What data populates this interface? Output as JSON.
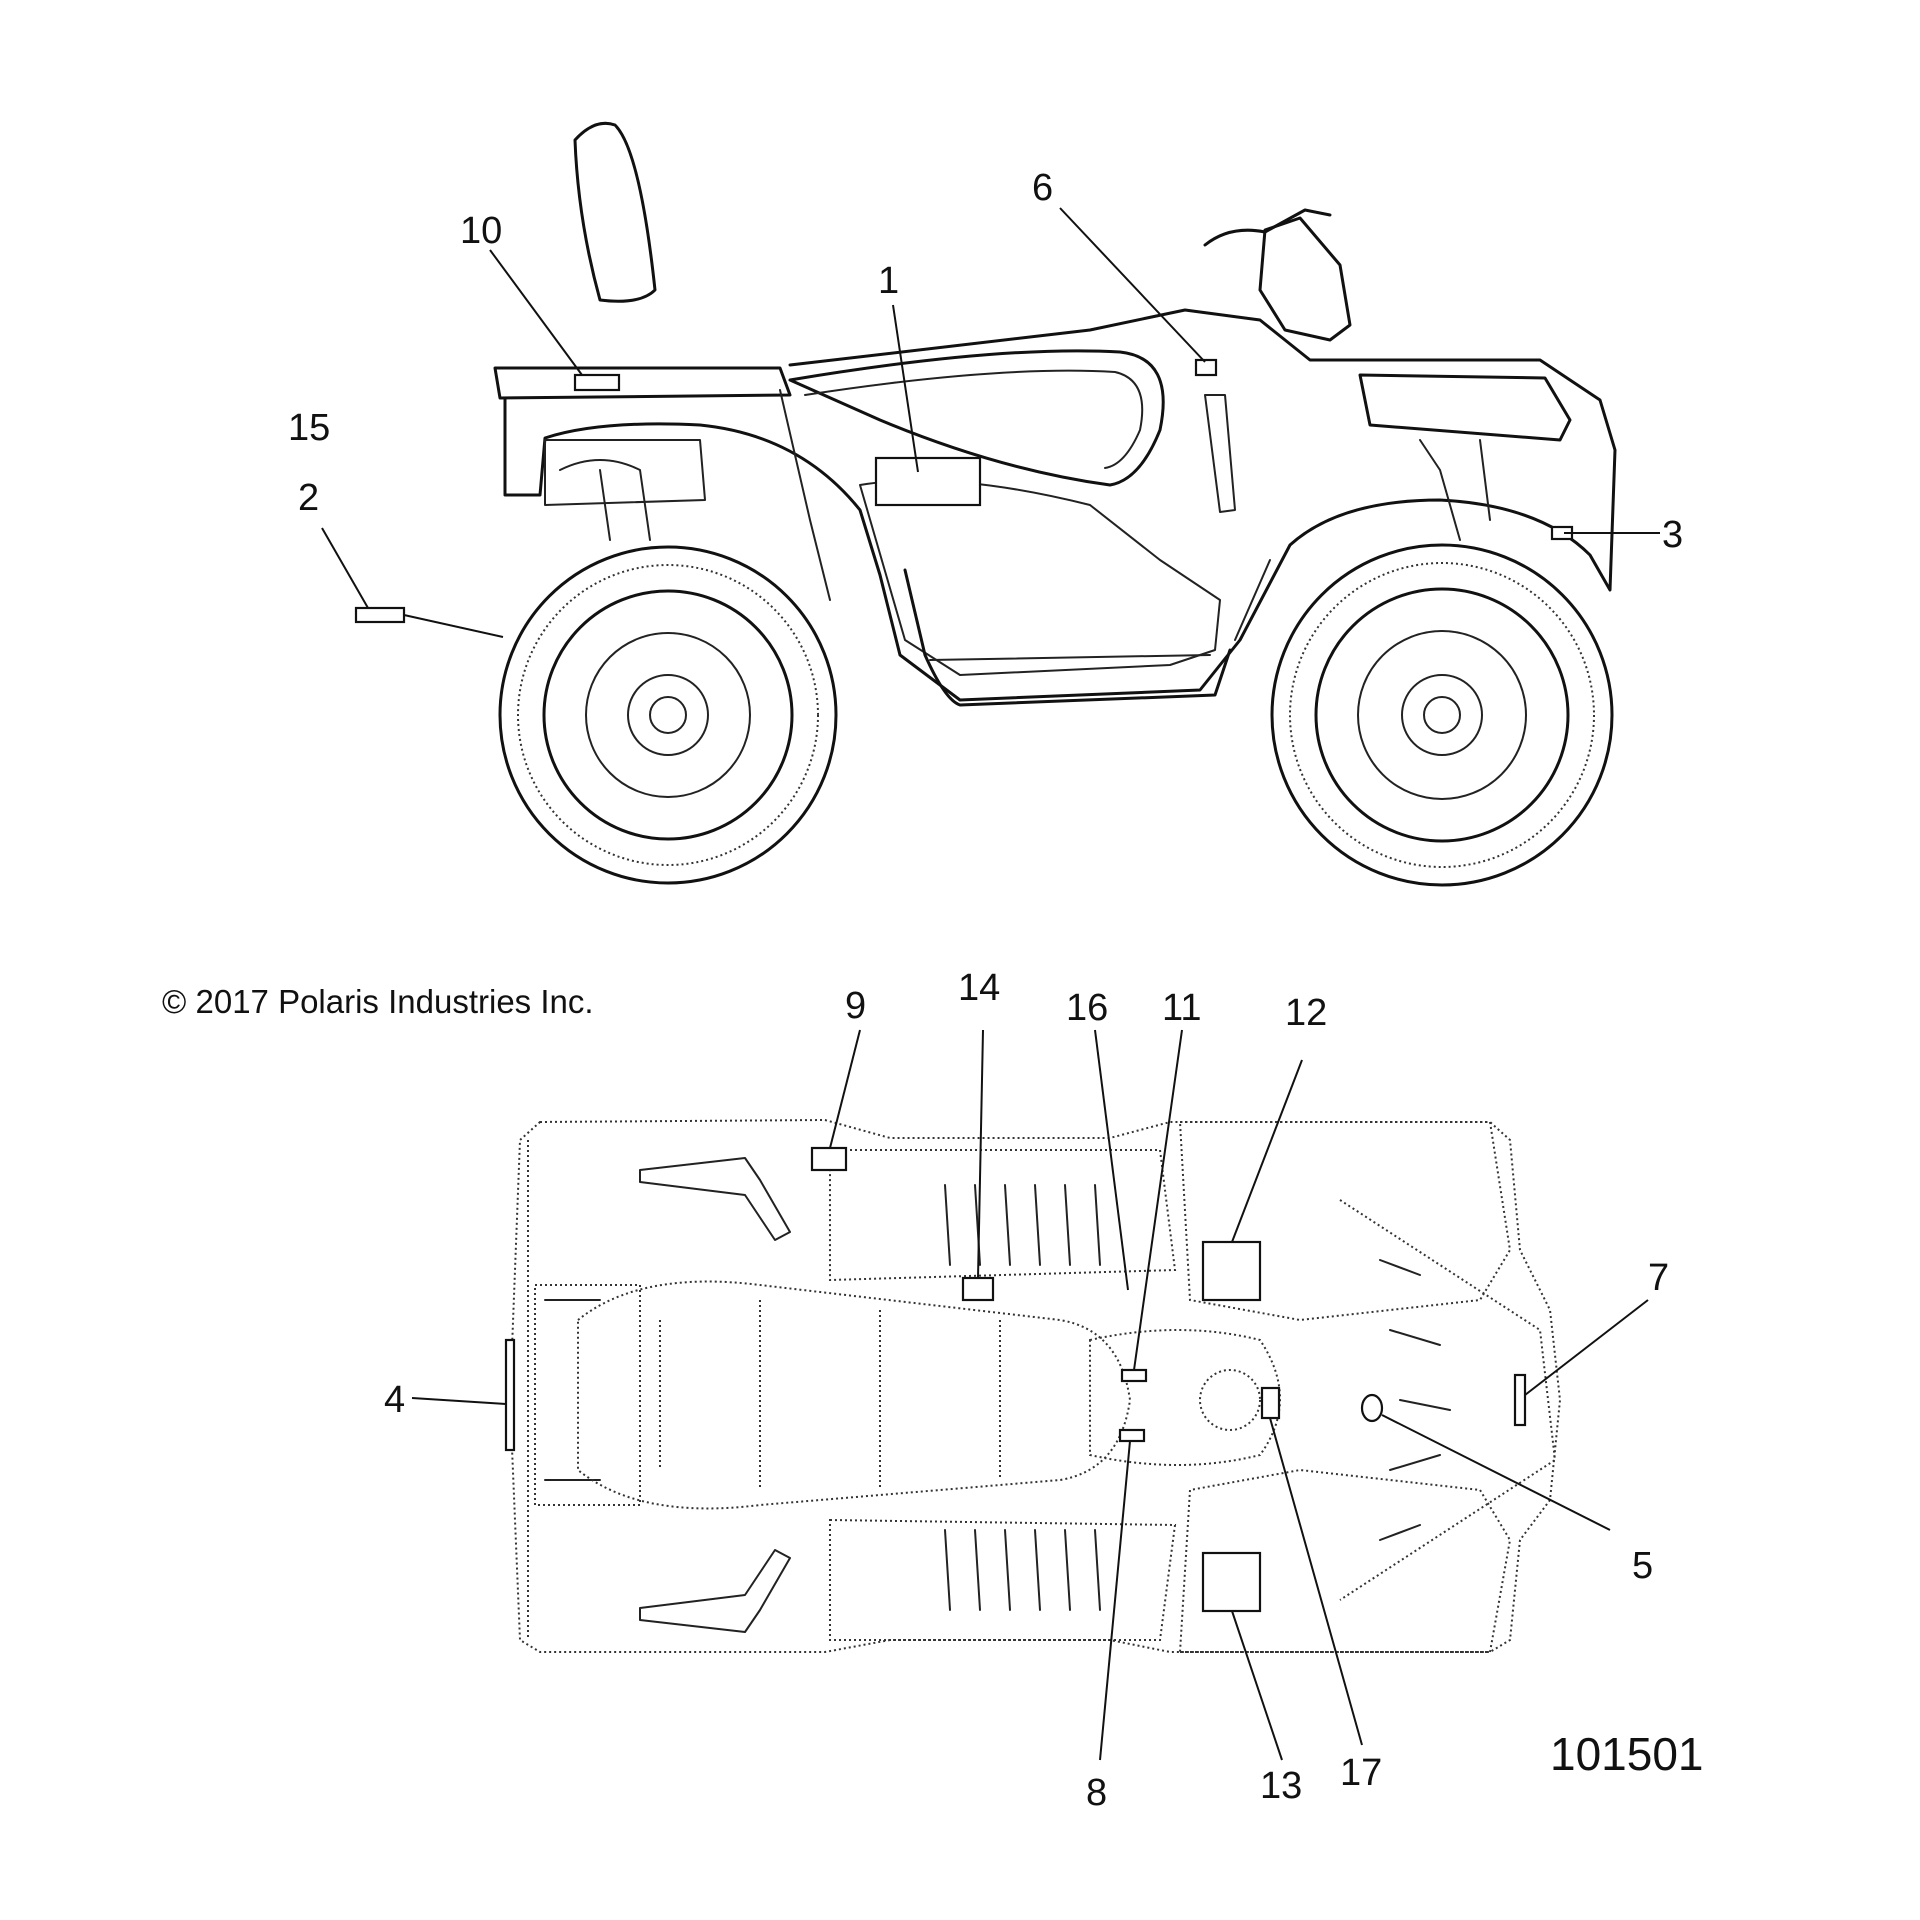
{
  "copyright": "© 2017 Polaris Industries Inc.",
  "figure_id": "101501",
  "callouts": {
    "c1": "1",
    "c2": "2",
    "c3": "3",
    "c4": "4",
    "c5": "5",
    "c6": "6",
    "c7": "7",
    "c8": "8",
    "c9": "9",
    "c10": "10",
    "c11": "11",
    "c12": "12",
    "c13": "13",
    "c14": "14",
    "c15": "15",
    "c16": "16",
    "c17": "17"
  }
}
